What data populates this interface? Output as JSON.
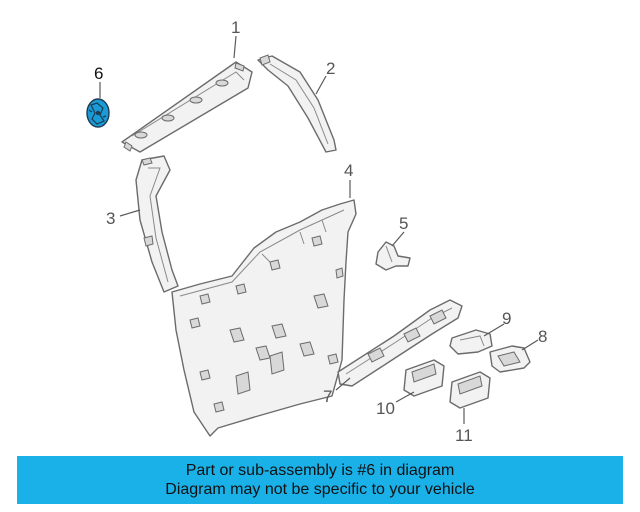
{
  "diagram": {
    "highlight_color": "#1a9bd6",
    "callouts": [
      {
        "id": "1",
        "label": "1"
      },
      {
        "id": "2",
        "label": "2"
      },
      {
        "id": "3",
        "label": "3"
      },
      {
        "id": "4",
        "label": "4"
      },
      {
        "id": "5",
        "label": "5"
      },
      {
        "id": "6",
        "label": "6",
        "highlighted": true
      },
      {
        "id": "7",
        "label": "7"
      },
      {
        "id": "8",
        "label": "8"
      },
      {
        "id": "9",
        "label": "9"
      },
      {
        "id": "10",
        "label": "10"
      },
      {
        "id": "11",
        "label": "11"
      }
    ]
  },
  "banner": {
    "line1": "Part or sub-assembly is #6 in diagram",
    "line2": "Diagram may not be specific to your vehicle",
    "color": "#1ab0e8"
  }
}
